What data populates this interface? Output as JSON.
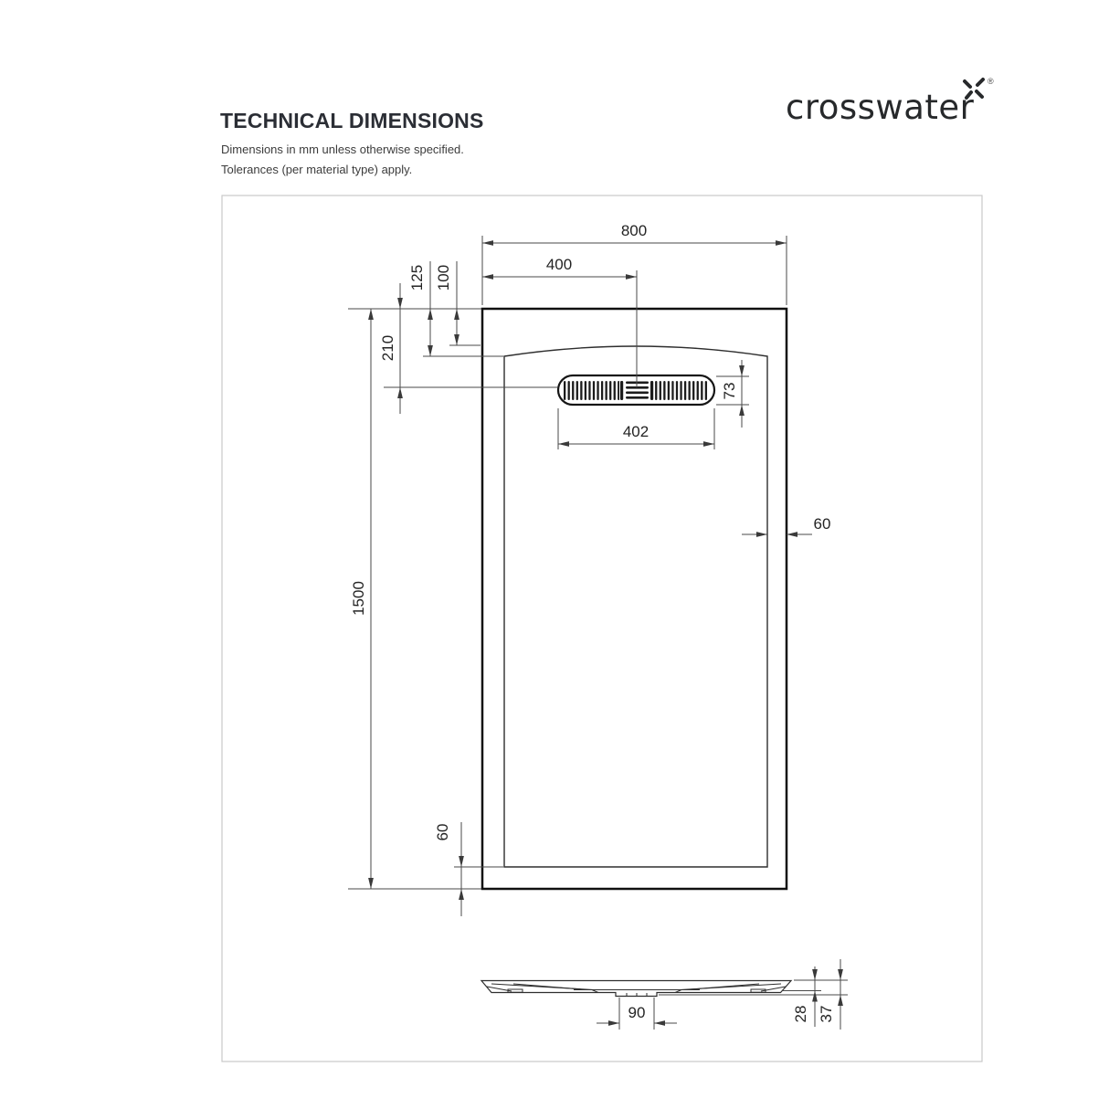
{
  "header": {
    "title": "TECHNICAL DIMENSIONS",
    "note_line1": "Dimensions in mm unless otherwise specified.",
    "note_line2": "Tolerances (per material type) apply."
  },
  "logo": {
    "brand": "crosswater",
    "registered": "®"
  },
  "drawing": {
    "units": "mm",
    "plan_view": {
      "overall_width": "800",
      "edge_to_waste_centre_x": "400",
      "edge_to_inner_side": "125",
      "edge_to_inner_centre": "100",
      "top_edge_to_waste_centre": "210",
      "waste_cover_length": "402",
      "waste_cover_width": "73",
      "side_border": "60",
      "overall_length": "1500",
      "bottom_border": "60"
    },
    "section_view": {
      "waste_outlet_width": "90",
      "edge_height": "28",
      "overall_height": "37"
    }
  }
}
